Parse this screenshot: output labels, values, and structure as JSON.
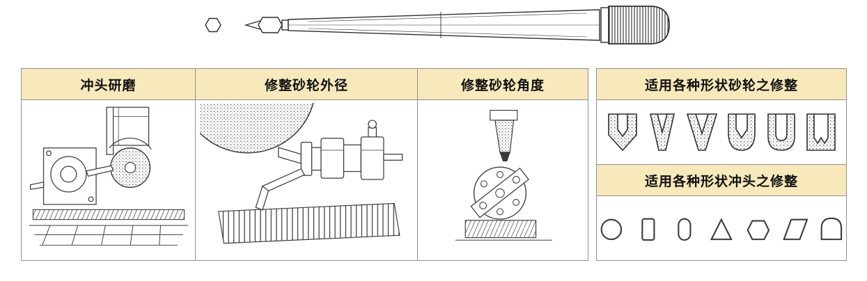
{
  "colors": {
    "header_bg": "#f7e9bb",
    "border": "#8f8f8f",
    "line_art": "#3a3a3a"
  },
  "tool": {
    "name": "diamond-dressing-pen-with-hex-nut"
  },
  "table": {
    "columns": [
      {
        "label": "冲头研磨",
        "illustration": "punch-grinding"
      },
      {
        "label": "修整砂轮外径",
        "illustration": "wheel-outer-diameter-dressing"
      },
      {
        "label": "修整砂轮角度",
        "illustration": "wheel-angle-dressing"
      }
    ]
  },
  "panel": {
    "wheel_section_label": "适用各种形状砂轮之修整",
    "punch_section_label": "适用各种形状冲头之修整",
    "wheel_profile_icons": [
      "u-flared-profile-icon",
      "v-narrow-profile-icon",
      "v-wide-profile-icon",
      "v-round-bottom-profile-icon",
      "u-round-profile-icon",
      "w-square-profile-icon"
    ],
    "punch_shape_icons": [
      "circle-icon",
      "rounded-rectangle-icon",
      "stadium-icon",
      "triangle-icon",
      "hexagon-icon",
      "trapezoid-icon",
      "arch-icon"
    ]
  }
}
